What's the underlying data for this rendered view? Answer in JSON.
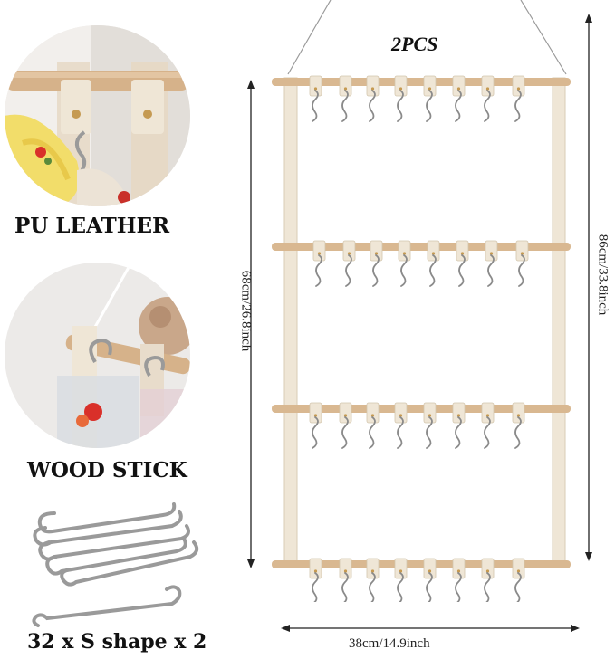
{
  "title": "2PCS",
  "features": [
    {
      "label": "PU LEATHER"
    },
    {
      "label": "WOOD STICK"
    },
    {
      "label": "32 x S shape x  2"
    }
  ],
  "dimensions": {
    "width": "38cm/14.9inch",
    "height_inner": "68cm/26.8inch",
    "height_total": "86cm/33.8inch"
  },
  "product": {
    "tiers": 4,
    "hooks_per_tier": 8,
    "colors": {
      "strap": "#efe6d6",
      "rod": "#d9b891",
      "hook": "#8a8a8a"
    }
  }
}
